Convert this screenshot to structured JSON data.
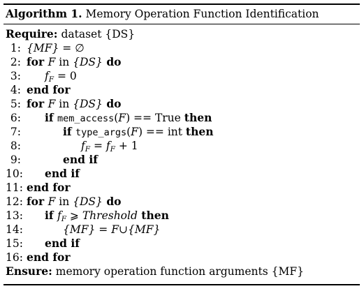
{
  "title": {
    "label": "Algorithm 1.",
    "text": "Memory Operation Function Identification"
  },
  "require": {
    "keyword": "Require:",
    "text": "dataset {DS}"
  },
  "lines": [
    {
      "num": "1:",
      "indent": 0,
      "parts": [
        [
          "it",
          "{MF}"
        ],
        [
          "t",
          " = ∅"
        ]
      ]
    },
    {
      "num": "2:",
      "indent": 0,
      "parts": [
        [
          "kw",
          "for "
        ],
        [
          "it",
          "F"
        ],
        [
          "t",
          " in "
        ],
        [
          "it",
          "{DS}"
        ],
        [
          "kw",
          " do"
        ]
      ]
    },
    {
      "num": "3:",
      "indent": 1,
      "parts": [
        [
          "it",
          "f"
        ],
        [
          "sub",
          "F"
        ],
        [
          "t",
          " = 0"
        ]
      ]
    },
    {
      "num": "4:",
      "indent": 0,
      "parts": [
        [
          "kw",
          "end for"
        ]
      ]
    },
    {
      "num": "5:",
      "indent": 0,
      "parts": [
        [
          "kw",
          "for "
        ],
        [
          "it",
          "F"
        ],
        [
          "t",
          " in "
        ],
        [
          "it",
          "{DS}"
        ],
        [
          "kw",
          " do"
        ]
      ]
    },
    {
      "num": "6:",
      "indent": 1,
      "parts": [
        [
          "kw",
          "if "
        ],
        [
          "tt",
          "mem_access"
        ],
        [
          "t",
          "("
        ],
        [
          "it",
          "F"
        ],
        [
          "t",
          ") == True "
        ],
        [
          "kw",
          "then"
        ]
      ]
    },
    {
      "num": "7:",
      "indent": 2,
      "parts": [
        [
          "kw",
          "if "
        ],
        [
          "tt",
          "type_args"
        ],
        [
          "t",
          "("
        ],
        [
          "it",
          "F"
        ],
        [
          "t",
          ") == int "
        ],
        [
          "kw",
          "then"
        ]
      ]
    },
    {
      "num": "8:",
      "indent": 3,
      "parts": [
        [
          "it",
          "f"
        ],
        [
          "sub",
          "F"
        ],
        [
          "t",
          " = "
        ],
        [
          "it",
          "f"
        ],
        [
          "sub",
          "F"
        ],
        [
          "t",
          " + 1"
        ]
      ]
    },
    {
      "num": "9:",
      "indent": 2,
      "parts": [
        [
          "kw",
          "end if"
        ]
      ]
    },
    {
      "num": "10:",
      "indent": 1,
      "parts": [
        [
          "kw",
          "end if"
        ]
      ]
    },
    {
      "num": "11:",
      "indent": 0,
      "parts": [
        [
          "kw",
          "end for"
        ]
      ]
    },
    {
      "num": "12:",
      "indent": 0,
      "parts": [
        [
          "kw",
          "for "
        ],
        [
          "it",
          "F"
        ],
        [
          "t",
          " in "
        ],
        [
          "it",
          "{DS}"
        ],
        [
          "kw",
          " do"
        ]
      ]
    },
    {
      "num": "13:",
      "indent": 1,
      "parts": [
        [
          "kw",
          "if "
        ],
        [
          "it",
          "f"
        ],
        [
          "sub",
          "F"
        ],
        [
          "t",
          " ⩾ "
        ],
        [
          "it",
          "Threshold"
        ],
        [
          "kw",
          " then"
        ]
      ]
    },
    {
      "num": "14:",
      "indent": 2,
      "parts": [
        [
          "it",
          "{MF}"
        ],
        [
          "t",
          " = "
        ],
        [
          "it",
          "F"
        ],
        [
          "t",
          "∪"
        ],
        [
          "it",
          "{MF}"
        ]
      ]
    },
    {
      "num": "15:",
      "indent": 1,
      "parts": [
        [
          "kw",
          "end if"
        ]
      ]
    },
    {
      "num": "16:",
      "indent": 0,
      "parts": [
        [
          "kw",
          "end for"
        ]
      ]
    }
  ],
  "ensure": {
    "keyword": "Ensure:",
    "text": "memory operation function arguments {MF}"
  }
}
